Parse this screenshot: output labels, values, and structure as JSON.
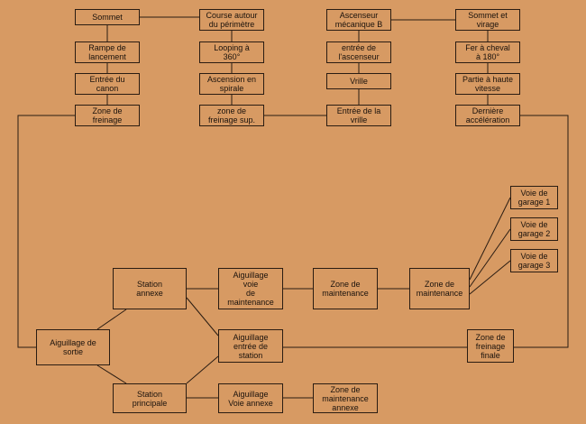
{
  "nodes": {
    "sommet": "Sommet",
    "rampe": "Rampe de\nlancement",
    "entree_canon": "Entrée du\ncanon",
    "zone_freinage": "Zone de\nfreinage",
    "course_perimetre": "Course autour\ndu périmètre",
    "looping": "Looping à\n360°",
    "ascension": "Ascension en\nspirale",
    "zone_freinage_sup": "zone de\nfreinage sup.",
    "ascenseur_b": "Ascenseur\nmécanique B",
    "entree_ascenseur": "entrée de\nl'ascenseur",
    "vrille": "Vrille",
    "entree_vrille": "Entrée de la\nvrille",
    "sommet_virage": "Sommet et\nvirage",
    "fer_cheval": "Fer à cheval\nà 180°",
    "partie_haute": "Partie à haute\nvitesse",
    "derniere_acc": "Dernière\naccélération",
    "garage1": "Voie de\ngarage 1",
    "garage2": "Voie de\ngarage 2",
    "garage3": "Voie de\ngarage 3",
    "station_annexe": "Station\nannexe",
    "aiguillage_maint": "Aiguillage\nvoie\nde\nmaintenance",
    "zone_maint1": "Zone de\nmaintenance",
    "zone_maint2": "Zone de\nmaintenance",
    "aiguillage_sortie": "Aiguillage de\nsortie",
    "aiguillage_entree": "Aiguillage\nentrée de\nstation",
    "freinage_finale": "Zone de\nfreinage\nfinale",
    "station_principale": "Station\nprincipale",
    "aiguillage_annexe": "Aiguillage\nVoie annexe",
    "zone_maint_annexe": "Zone de\nmaintenance\nannexe"
  },
  "colors": {
    "background": "#d79a63",
    "line": "#2a1c12"
  }
}
